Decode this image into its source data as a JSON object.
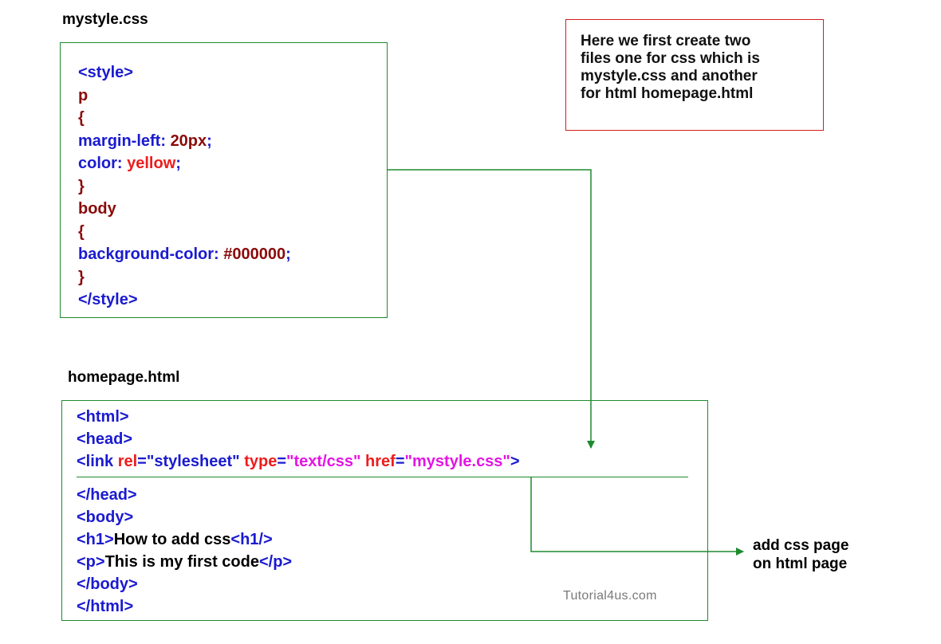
{
  "css_file": {
    "label": "mystyle.css",
    "lines": [
      [
        {
          "t": "<style>",
          "c": "blue"
        }
      ],
      [
        {
          "t": "p",
          "c": "dred"
        }
      ],
      [
        {
          "t": "{",
          "c": "dred"
        }
      ],
      [
        {
          "t": "margin-left: ",
          "c": "blue"
        },
        {
          "t": "20px",
          "c": "dred"
        },
        {
          "t": ";",
          "c": "blue"
        }
      ],
      [
        {
          "t": "color: ",
          "c": "blue"
        },
        {
          "t": "yellow",
          "c": "red"
        },
        {
          "t": ";",
          "c": "blue"
        }
      ],
      [
        {
          "t": "}",
          "c": "dred"
        }
      ],
      [
        {
          "t": "body",
          "c": "dred"
        }
      ],
      [
        {
          "t": "{",
          "c": "dred"
        }
      ],
      [
        {
          "t": "background-color: ",
          "c": "blue"
        },
        {
          "t": "#000000",
          "c": "dred"
        },
        {
          "t": ";",
          "c": "blue"
        }
      ],
      [
        {
          "t": "}",
          "c": "dred"
        }
      ],
      [
        {
          "t": "</style>",
          "c": "blue"
        }
      ]
    ]
  },
  "html_file": {
    "label": "homepage.html",
    "lines_head": [
      [
        {
          "t": "<html>",
          "c": "blue"
        }
      ],
      [
        {
          "t": "<head>",
          "c": "blue"
        }
      ],
      [
        {
          "t": "<link ",
          "c": "blue"
        },
        {
          "t": "rel",
          "c": "red"
        },
        {
          "t": "=",
          "c": "blue"
        },
        {
          "t": "\"stylesheet\" ",
          "c": "blue"
        },
        {
          "t": "type",
          "c": "red"
        },
        {
          "t": "=",
          "c": "blue"
        },
        {
          "t": "\"text/css\" ",
          "c": "mag"
        },
        {
          "t": "href",
          "c": "red"
        },
        {
          "t": "=",
          "c": "blue"
        },
        {
          "t": "\"mystyle.css\"",
          "c": "mag"
        },
        {
          "t": ">",
          "c": "blue"
        }
      ]
    ],
    "lines_body": [
      [
        {
          "t": "</head>",
          "c": "blue"
        }
      ],
      [
        {
          "t": "<body>",
          "c": "blue"
        }
      ],
      [
        {
          "t": "<h1>",
          "c": "blue"
        },
        {
          "t": "How to add css",
          "c": "blk"
        },
        {
          "t": "<h1/>",
          "c": "blue"
        }
      ],
      [
        {
          "t": "<p>",
          "c": "blue"
        },
        {
          "t": "This is my first code",
          "c": "blk"
        },
        {
          "t": "</p>",
          "c": "blue"
        }
      ],
      [
        {
          "t": "</body>",
          "c": "blue"
        }
      ],
      [
        {
          "t": "</html>",
          "c": "blue"
        }
      ]
    ],
    "watermark": "Tutorial4us.com"
  },
  "note": {
    "lines": [
      "Here we first create two",
      "files one for css which is",
      "mystyle.css and another",
      "for html homepage.html"
    ]
  },
  "side_note": {
    "lines": [
      "add css page",
      "on html page"
    ]
  },
  "colors": {
    "border_green": "#1e8a2e",
    "border_red": "#d41c1c",
    "blue": "#1a1ad0",
    "dark_red": "#8b0a0a",
    "red": "#ee1c1c",
    "magenta": "#e414e4"
  }
}
